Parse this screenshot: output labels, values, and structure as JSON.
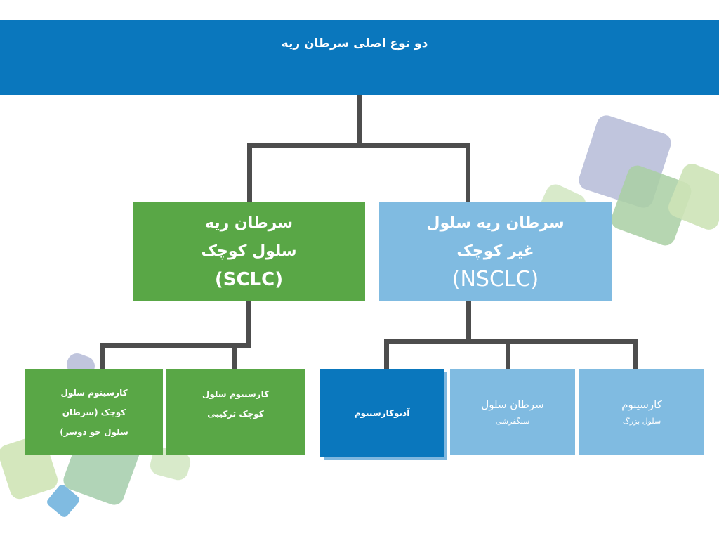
{
  "colors": {
    "header_blue": "#0a77bd",
    "green": "#59a746",
    "light_blue": "#80bbe1",
    "dark_blue": "#0a77bd",
    "connector": "#4d4d4d"
  },
  "header": {
    "title": "دو نوع اصلی سرطان ریه"
  },
  "sclc": {
    "line1": "سرطان ریه",
    "line2": "سلول کوچک",
    "abbr": "(SCLC)"
  },
  "nsclc": {
    "line1": "سرطان ریه سلول",
    "line2": "غیر کوچک",
    "abbr": "(NSCLC)"
  },
  "sclc_children": [
    {
      "line1": "کارسینوم سلول",
      "line2": "کوچک (سرطان",
      "line3": "سلول جو دوسر)"
    },
    {
      "line1": "کارسینوم سلول",
      "line2": "کوچک ترکیبی"
    }
  ],
  "nsclc_children": [
    {
      "line1": "آدنوکارسینوم"
    },
    {
      "line1": "سرطان سلول",
      "line2": "سنگفرشی"
    },
    {
      "line1": "کارسینوم",
      "line2": "سلول بزرگ"
    }
  ]
}
